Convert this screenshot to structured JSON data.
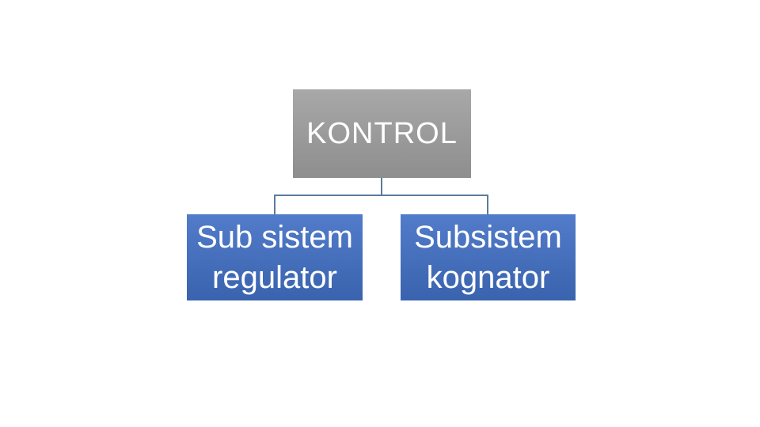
{
  "slide": {
    "diagram": {
      "type": "org-chart",
      "root": {
        "label": "KONTROL"
      },
      "children": [
        {
          "label": "Sub sistem regulator",
          "lines": [
            "Sub sistem",
            "regulator"
          ]
        },
        {
          "label": "Subsistem kognator",
          "lines": [
            "Subsistem",
            "kognator"
          ]
        }
      ],
      "colors": {
        "background": "#ffffff",
        "root_fill_top": "#a8a8a8",
        "root_fill_bottom": "#8e8e8e",
        "child_fill_top": "#527cca",
        "child_fill_bottom": "#3a63ae",
        "connector": "#5b7b9e",
        "text": "#ffffff"
      }
    }
  }
}
